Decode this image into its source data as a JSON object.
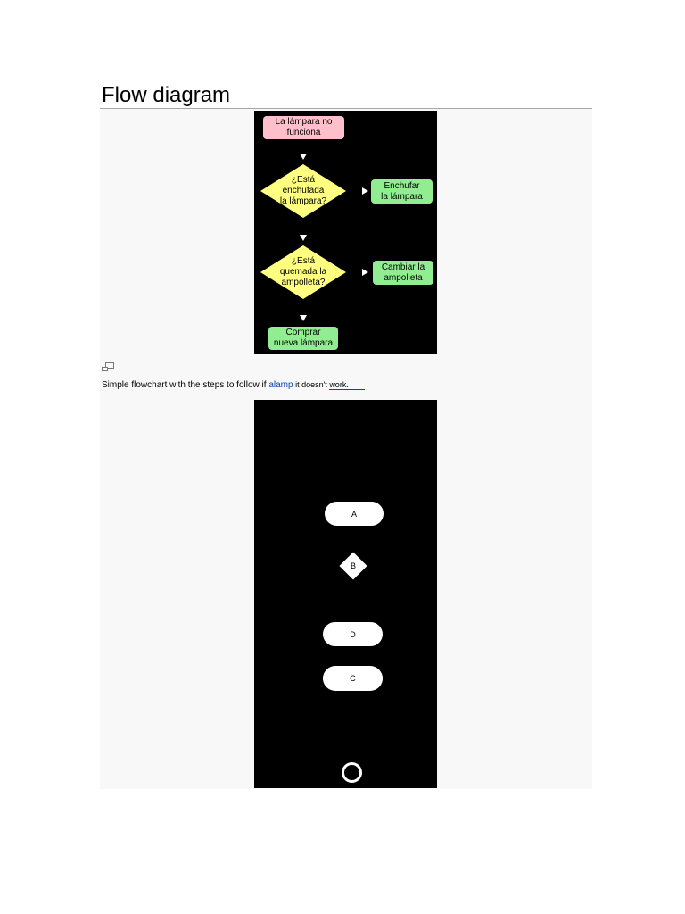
{
  "section": {
    "heading": "Flow diagram"
  },
  "flowchart": {
    "start": "La lámpara no funciona",
    "decision1": [
      "¿Está",
      "enchufada",
      "la lámpara?"
    ],
    "action1": [
      "Enchufar",
      "la lámpara"
    ],
    "decision2": [
      "¿Está",
      "quemada la",
      "ampolleta?"
    ],
    "action2": [
      "Cambiar la",
      "ampolleta"
    ],
    "end": [
      "Comprar",
      "nueva lámpara"
    ]
  },
  "caption": {
    "prefix": "Simple flowchart with the steps to follow if ",
    "link_a": "a",
    "link_lamp": "lamp",
    "suffix": " it doesn't ",
    "work": "work."
  },
  "diagram2": {
    "node_a": "A",
    "node_b": "B",
    "node_d": "D",
    "node_c": "C"
  },
  "colors": {
    "start_fill": "#ffc0cb",
    "decision_fill": "#ffff80",
    "action_fill": "#90ee90",
    "canvas": "#000000",
    "link": "#0645ad"
  },
  "icons": {
    "enlarge": "magnify-icon"
  }
}
